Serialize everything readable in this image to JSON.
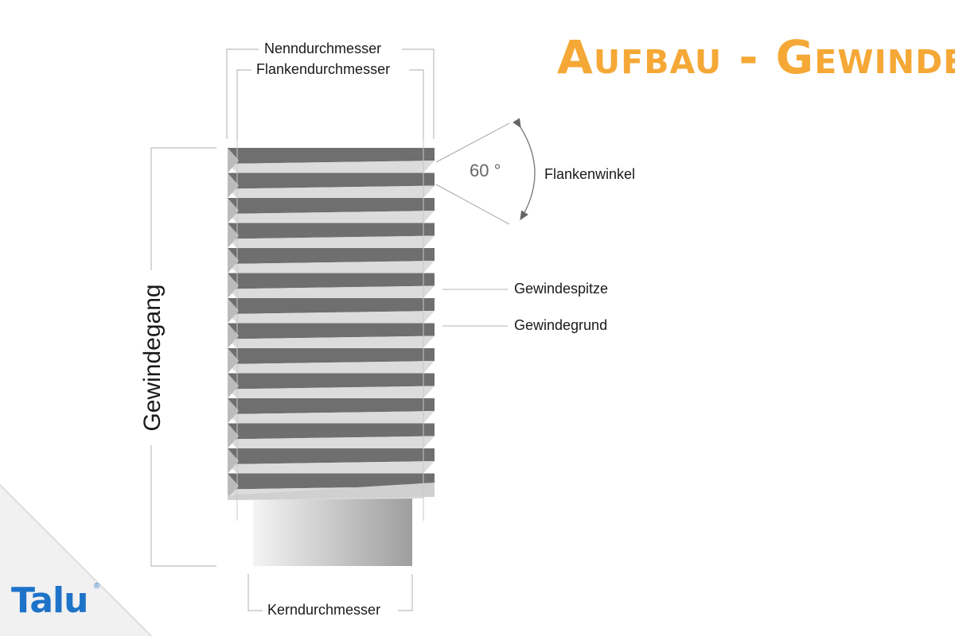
{
  "title": "Aufbau - Gewinde",
  "labels": {
    "nenndurchmesser": "Nenndurchmesser",
    "flankendurchmesser": "Flankendurchmesser",
    "angle": "60 °",
    "flankenwinkel": "Flankenwinkel",
    "gewindespitze": "Gewindespitze",
    "gewindegrund": "Gewindegrund",
    "gewindegang": "Gewindegang",
    "kerndurchmesser": "Kerndurchmesser"
  },
  "logo": {
    "text": "Talu",
    "mark": "®"
  },
  "colors": {
    "title": "#f5a836",
    "logo": "#1e73c8",
    "thread_dark": "#6f6f6f",
    "thread_light": "#e8e8e8",
    "line": "#b5b5b5"
  }
}
